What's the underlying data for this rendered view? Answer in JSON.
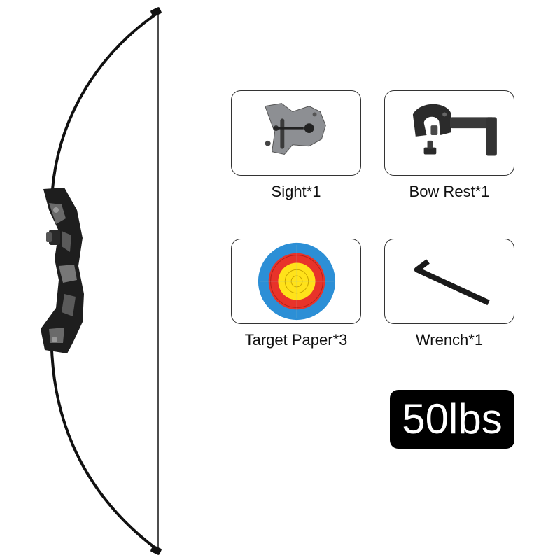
{
  "accessories": [
    {
      "label": "Sight*1",
      "icon": "sight-icon"
    },
    {
      "label": "Bow Rest*1",
      "icon": "bow-rest-icon"
    },
    {
      "label": "Target Paper*3",
      "icon": "target-paper-icon"
    },
    {
      "label": "Wrench*1",
      "icon": "wrench-icon"
    }
  ],
  "badge": {
    "text": "50lbs",
    "background": "#000000",
    "color": "#ffffff"
  },
  "colors": {
    "target_blue": "#2c8fd6",
    "target_red": "#e8332a",
    "target_yellow": "#ffe21a",
    "metal": "#2b2b2b"
  }
}
